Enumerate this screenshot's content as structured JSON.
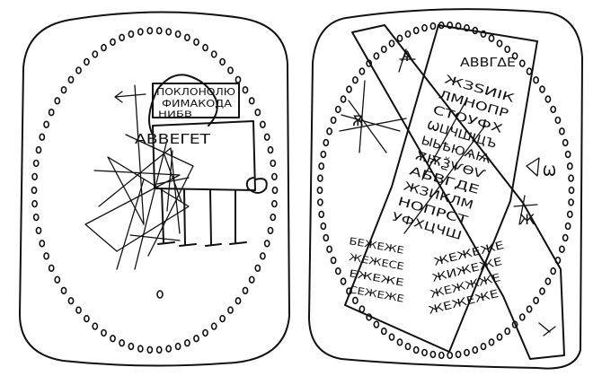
{
  "left_tablet": {
    "label_box_lines": [
      "ПОКЛОНОЛЮ",
      "ФИМАКОДА",
      "НИБВ"
    ],
    "body_text": "ABBEΓET"
  },
  "right_tablet": {
    "top_letter": "Ѧ",
    "first_line": "ABBΓΔE",
    "strip_lines": [
      "ЖЗSИIК",
      "ЛМНОПР",
      "СТОУФХ",
      "ѠЦЧШЩЪ",
      "ЫЬѢЮѦѨ",
      "ѪѬѮѰѲѴ",
      "АБВГДЕ",
      "ЖЗИКЛМ",
      "НОПРСТ",
      "УФХЦЧШ"
    ],
    "lower_lines": [
      "БЕЖЕЖЕ",
      "ЖЕЖЕСЕ",
      "ЕЖЕЖЕ",
      "СЕЖЕЖЕ"
    ],
    "right_strip_lines": [
      "ЖЕЖЕЖЕ",
      "ЖИЖЕЖЕ",
      "ЖЕЖЖЖЕ",
      "ЖЕЖЕЖЕ"
    ],
    "side_letters": [
      "Ѫ",
      "Ж",
      "Ѡ"
    ]
  }
}
